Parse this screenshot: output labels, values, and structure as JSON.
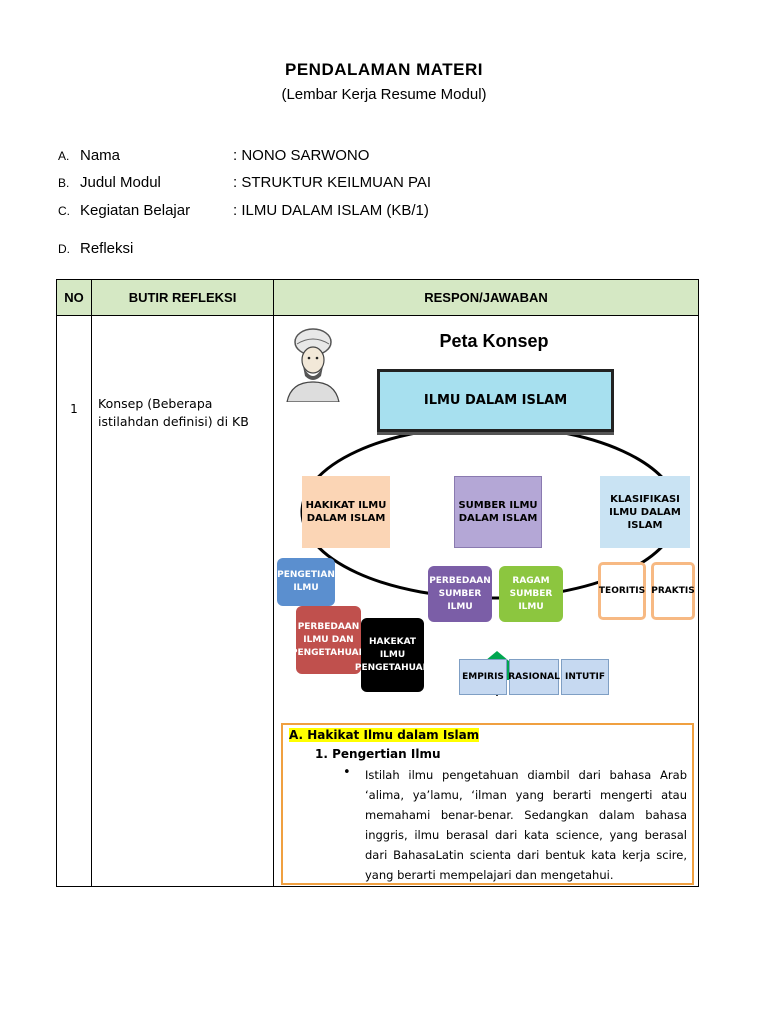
{
  "header": {
    "title": "PENDALAMAN MATERI",
    "subtitle": "(Lembar Kerja Resume Modul)"
  },
  "fields": [
    {
      "letter": "A.",
      "label": "Nama",
      "value": ": NONO SARWONO"
    },
    {
      "letter": "B.",
      "label": "Judul Modul",
      "value": ": STRUKTUR KEILMUAN PAI"
    },
    {
      "letter": "C.",
      "label": "Kegiatan Belajar",
      "value": ": ILMU DALAM ISLAM (KB/1)"
    },
    {
      "letter": "D.",
      "label": "Refleksi",
      "value": ""
    }
  ],
  "table": {
    "headers": [
      "NO",
      "BUTIR REFLEKSI",
      "RESPON/JAWABAN"
    ],
    "row": {
      "no": "1",
      "butir": "Konsep (Beberapa istilahdan definisi) di KB"
    }
  },
  "concept_map": {
    "title": "Peta Konsep",
    "root": "ILMU DALAM ISLAM",
    "branches": [
      "HAKIKAT ILMU DALAM ISLAM",
      "SUMBER ILMU DALAM ISLAM",
      "KLASIFIKASI ILMU DALAM ISLAM"
    ],
    "hakikat_children": [
      "PENGETIAN ILMU",
      "PERBEDAAN ILMU DAN PENGETAHUAN",
      "HAKEKAT ILMU PENGETAHUAN"
    ],
    "sumber_children": [
      "PERBEDAAN SUMBER ILMU",
      "RAGAM SUMBER ILMU"
    ],
    "ragam_children": [
      "EMPIRIS",
      "RASIONAL",
      "INTUTIF"
    ],
    "klasifikasi_children": [
      "TEORITIS",
      "PRAKTIS"
    ],
    "colors": {
      "root": "#a7e0ef",
      "hakikat": "#fbd5b5",
      "sumber": "#b4a7d6",
      "klasifikasi": "#c9e3f3",
      "pengertian": "#5b8fcf",
      "perbedaan": "#c0504d",
      "hakekat": "#000000",
      "perbedaan_sumber": "#7b5ea7",
      "ragam": "#8cc63f",
      "empiris": "#c6d9f1",
      "teoritis": "#f7b983"
    }
  },
  "resume": {
    "heading": "A. Hakikat Ilmu dalam Islam",
    "subheading": "1.   Pengertian Ilmu",
    "bullet": "•",
    "paragraph": "Istilah ilmu pengetahuan diambil dari bahasa Arab ‘alima, ya’lamu, ‘ilman yang berarti mengerti atau memahami benar-benar. Sedangkan dalam bahasa inggris, ilmu berasal dari kata science, yang berasal dari BahasaLatin scienta dari bentuk kata kerja scire, yang berarti mempelajari dan mengetahui."
  }
}
